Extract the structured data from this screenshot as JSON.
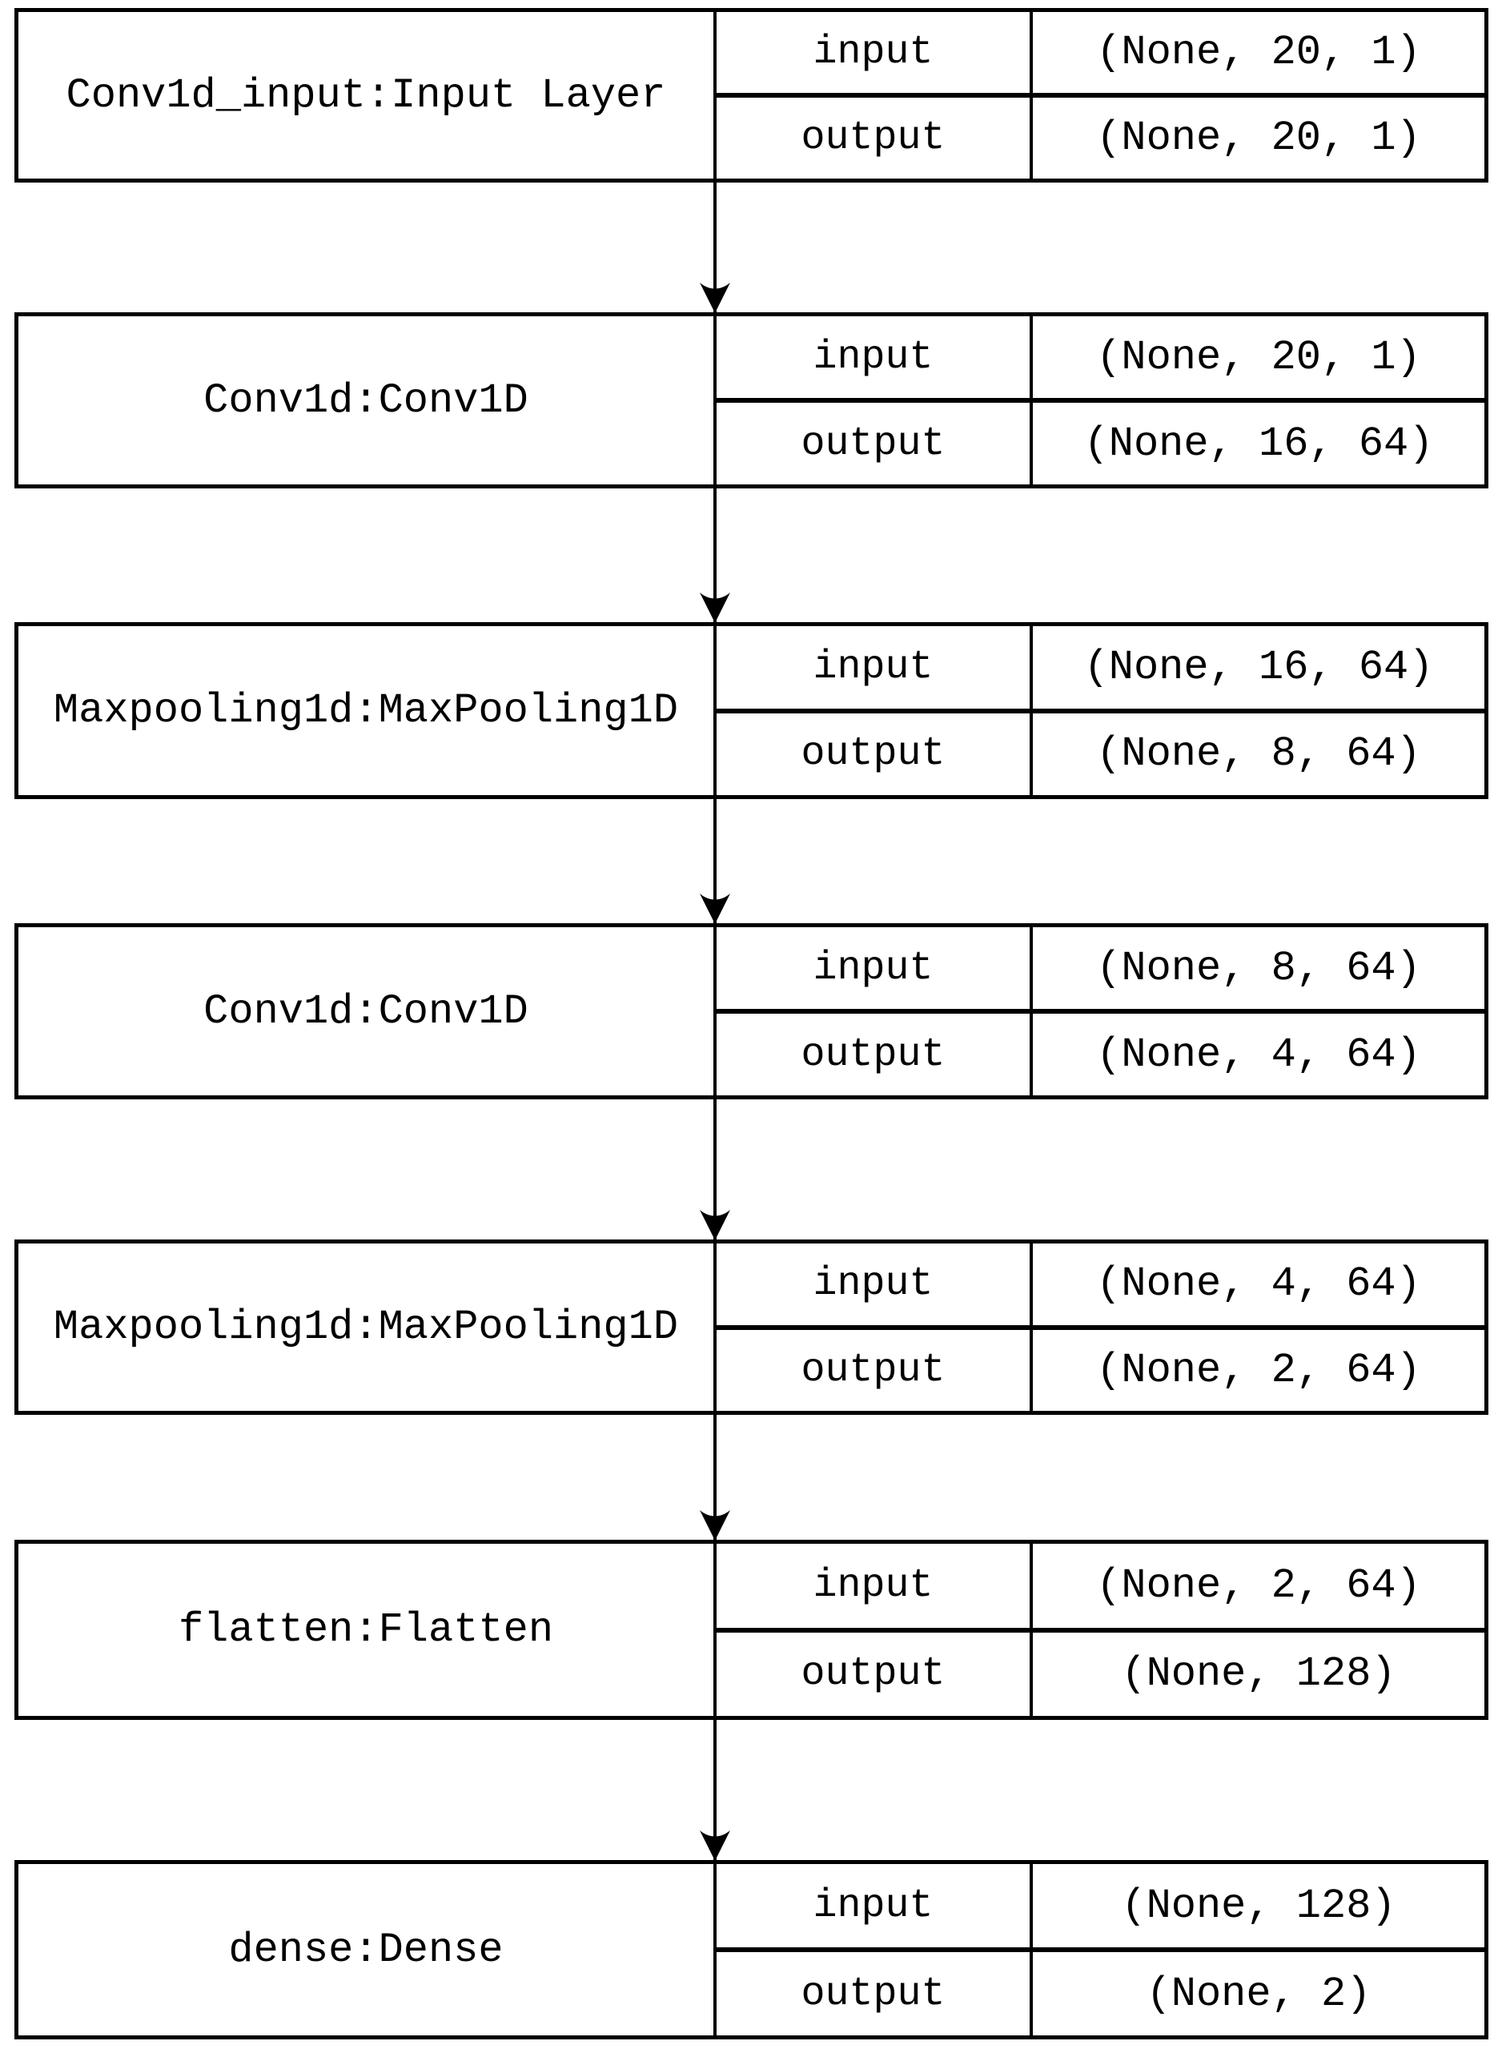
{
  "diagram": {
    "kind": "neural-network-layer-flowchart",
    "colors": {
      "line": "#000000",
      "text": "#000000",
      "background": "#ffffff"
    },
    "labels": {
      "input": "input",
      "output": "output"
    },
    "layers": [
      {
        "name": "Conv1d_input:Input Layer",
        "input_shape": "(None, 20, 1)",
        "output_shape": "(None, 20, 1)"
      },
      {
        "name": "Conv1d:Conv1D",
        "input_shape": "(None, 20, 1)",
        "output_shape": "(None, 16, 64)"
      },
      {
        "name": "Maxpooling1d:MaxPooling1D",
        "input_shape": "(None, 16, 64)",
        "output_shape": "(None, 8, 64)"
      },
      {
        "name": "Conv1d:Conv1D",
        "input_shape": "(None, 8, 64)",
        "output_shape": "(None, 4, 64)"
      },
      {
        "name": "Maxpooling1d:MaxPooling1D",
        "input_shape": "(None, 4, 64)",
        "output_shape": "(None, 2, 64)"
      },
      {
        "name": "flatten:Flatten",
        "input_shape": "(None, 2, 64)",
        "output_shape": "(None, 128)"
      },
      {
        "name": "dense:Dense",
        "input_shape": "(None, 128)",
        "output_shape": "(None, 2)"
      }
    ]
  }
}
